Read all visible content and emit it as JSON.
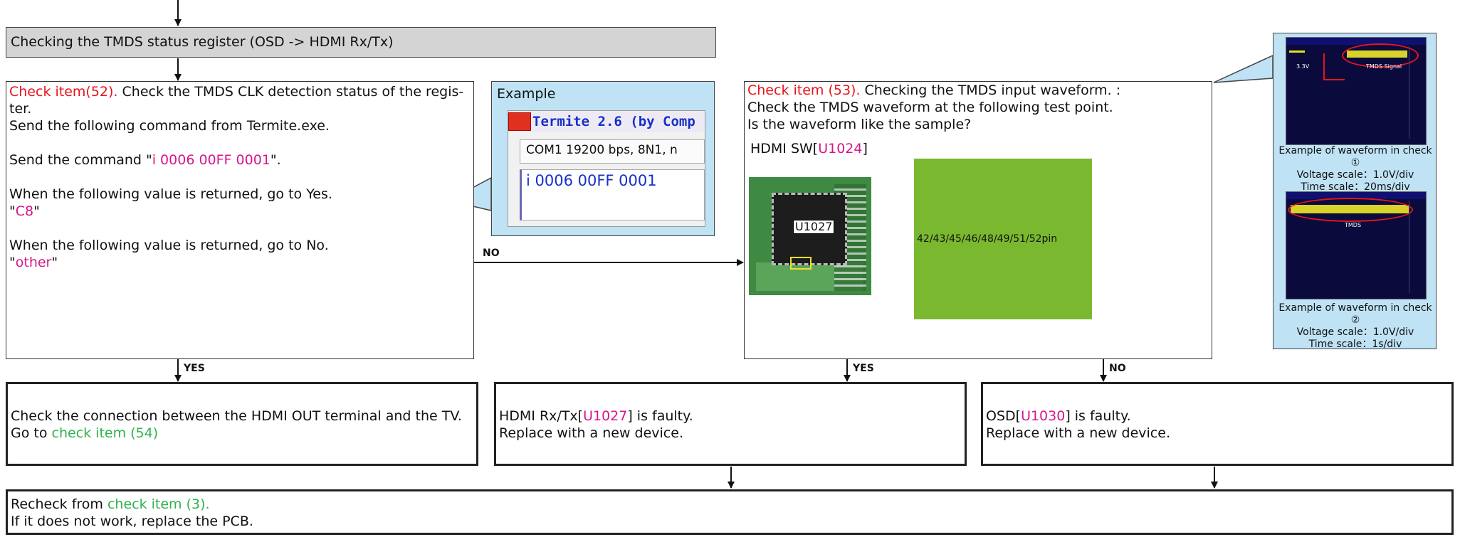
{
  "header": {
    "label": "Checking the TMDS status register (OSD -> HDMI Rx/Tx)"
  },
  "item52": {
    "prefix": "Check item(52).",
    "title": " Check the TMDS CLK detection status of the regis-",
    "title_cont": "ter.",
    "send_line": "Send the following command from Termite.exe.",
    "cmd_pre": "Send the command \"",
    "cmd": "i 0006 00FF 0001",
    "cmd_post": "\".",
    "yes_line": "When the following value is returned, go to Yes.",
    "yes_val": "C8",
    "no_line": "When the following value is returned, go to No.",
    "no_val": "other",
    "quote": "\""
  },
  "example": {
    "title": "Example",
    "app_title": "Termite 2.6 (by Comp",
    "port": "COM1 19200 bps, 8N1, n",
    "input": "i 0006 00FF 0001"
  },
  "item53": {
    "prefix": "Check item (53).",
    "title": " Checking the TMDS input waveform. :",
    "line2": "Check the TMDS waveform at the following test point.",
    "line3": "Is the waveform like the sample?",
    "part_pre": "HDMI SW[",
    "part": "U1024",
    "part_post": "]",
    "chip_label": "U1027",
    "pins": "42/43/45/46/48/49/51/52pin"
  },
  "waveforms": [
    {
      "osc_label": "TMDS Signal",
      "level": "3.3V",
      "caption": "Example of waveform in check ①",
      "voltage": "Voltage scale：1.0V/div",
      "time": "Time scale：20ms/div"
    },
    {
      "osc_label": "TMDS",
      "caption": "Example of waveform in check ②",
      "voltage": "Voltage scale：1.0V/div",
      "time": "Time scale：1s/div"
    }
  ],
  "arrows": {
    "yes": "YES",
    "no": "NO"
  },
  "result_tv": {
    "line1": "Check the connection between the HDMI OUT terminal and the TV.",
    "line2_pre": "Go to ",
    "line2_link": "check item (54)"
  },
  "result_rxtx": {
    "pre": "HDMI Rx/Tx[",
    "part": "U1027",
    "post": "] is faulty.",
    "line2": "Replace with a new device."
  },
  "result_osd": {
    "pre": "OSD[",
    "part": "U1030",
    "post": "] is faulty.",
    "line2": "Replace with a new device."
  },
  "recheck": {
    "pre": "Recheck from ",
    "link": "check item (3).",
    "line2": "If it does not work, replace the PCB."
  },
  "colors": {
    "red": "#e8141b",
    "magenta": "#d6178a",
    "green": "#2fb24c",
    "callout": "#bfe3f5",
    "pcb_green": "#7ab92f"
  }
}
